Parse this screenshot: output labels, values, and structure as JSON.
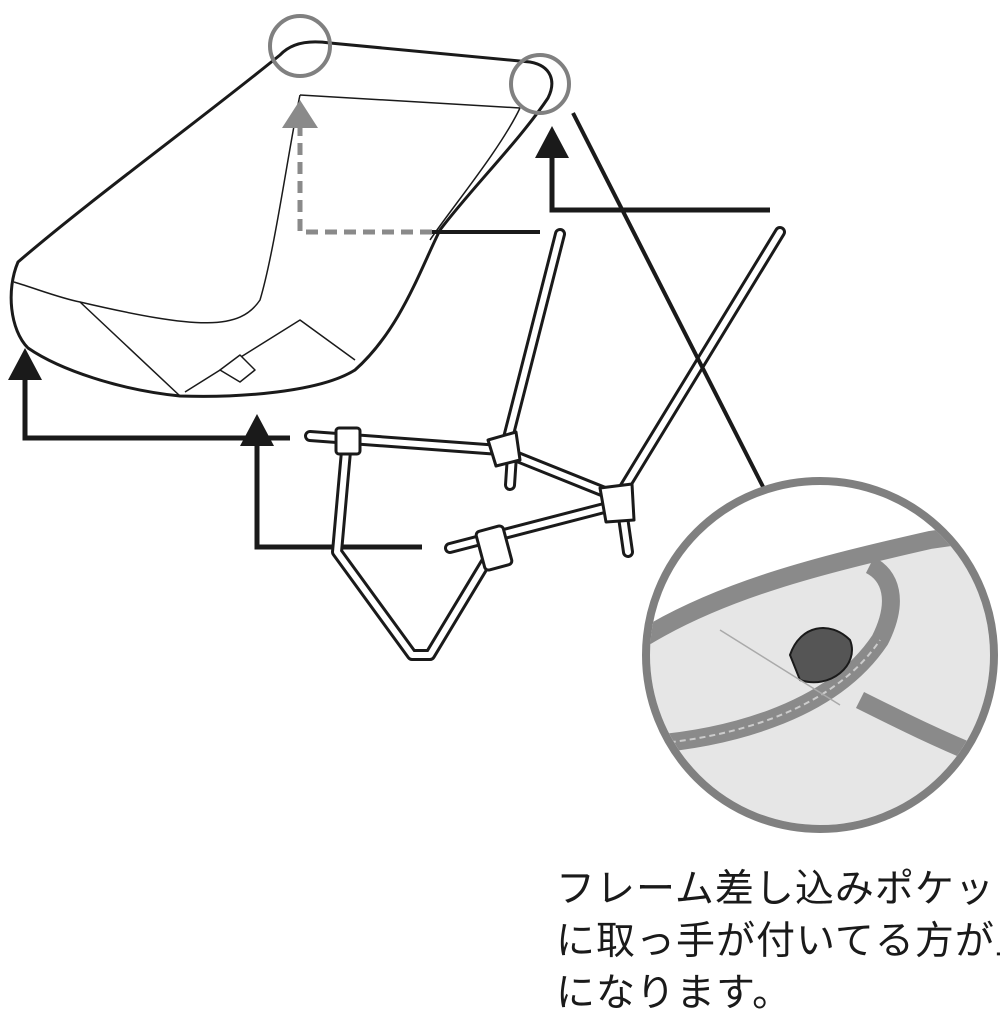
{
  "caption": {
    "lines": [
      "フレーム差し込みポケット",
      "に取っ手が付いてる方が上",
      "になります。"
    ]
  },
  "colors": {
    "outline": "#1a1a1a",
    "highlight_circle": "#808080",
    "dashed_arrow": "#8a8a8a",
    "detail_fill": "#e6e6e6"
  },
  "icons": {
    "arrows": "arrow-up-icon",
    "highlights": "circle-highlight"
  }
}
